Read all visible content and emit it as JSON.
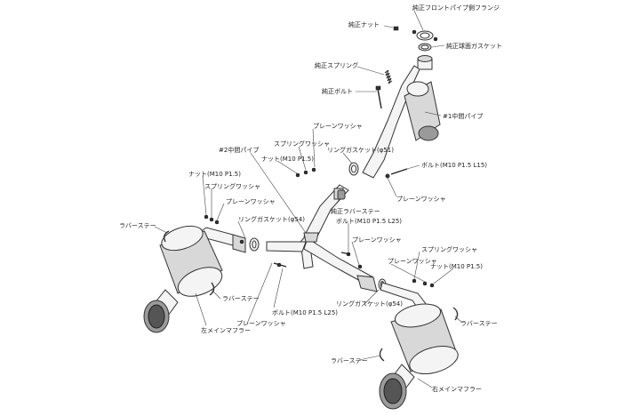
{
  "diagram": {
    "labels": {
      "front_flange": "純正フロントパイプ側フランジ",
      "nut_top": "純正ナット",
      "ball_gasket": "純正球面ガスケット",
      "spring": "純正スプリング",
      "bolt_top": "純正ボルト",
      "pipe1": "#1中間パイプ",
      "bolt_right_top": "ボルト(M10 P1.5 L15)",
      "plain_washer_r1": "プレーンワッシャ",
      "ring_gasket_51": "リングガスケット(φ51)",
      "plain_washer_c": "プレーンワッシャ",
      "spring_washer_c": "スプリングワッシャ",
      "nut_c": "ナット(M10 P1.5)",
      "pipe2": "#2中間パイプ",
      "rubber_stay_genuine": "純正ラバーステー",
      "bolt_c": "ボルト(M10 P1.5 L25)",
      "nut_l": "ナット(M10 P1.5)",
      "spring_washer_l": "スプリングワッシャ",
      "plain_washer_l": "プレーンワッシャ",
      "ring_gasket_54_l": "リングガスケット(φ54)",
      "rubber_stay_l1": "ラバーステー",
      "rubber_stay_l2": "ラバーステー",
      "main_muffler_l": "左メインマフラー",
      "plain_washer_bl": "プレーンワッシャ",
      "bolt_bl": "ボルト(M10 P1.5 L25)",
      "plain_washer_r2": "プレーンワッシャ",
      "spring_washer_r": "スプリングワッシャ",
      "plain_washer_r3": "プレーンワッシャ",
      "nut_r": "ナット(M10 P1.5)",
      "ring_gasket_54_r": "リングガスケット(φ54)",
      "rubber_stay_r1": "ラバーステー",
      "rubber_stay_r2": "ラバーステー",
      "main_muffler_r": "右メインマフラー"
    }
  }
}
